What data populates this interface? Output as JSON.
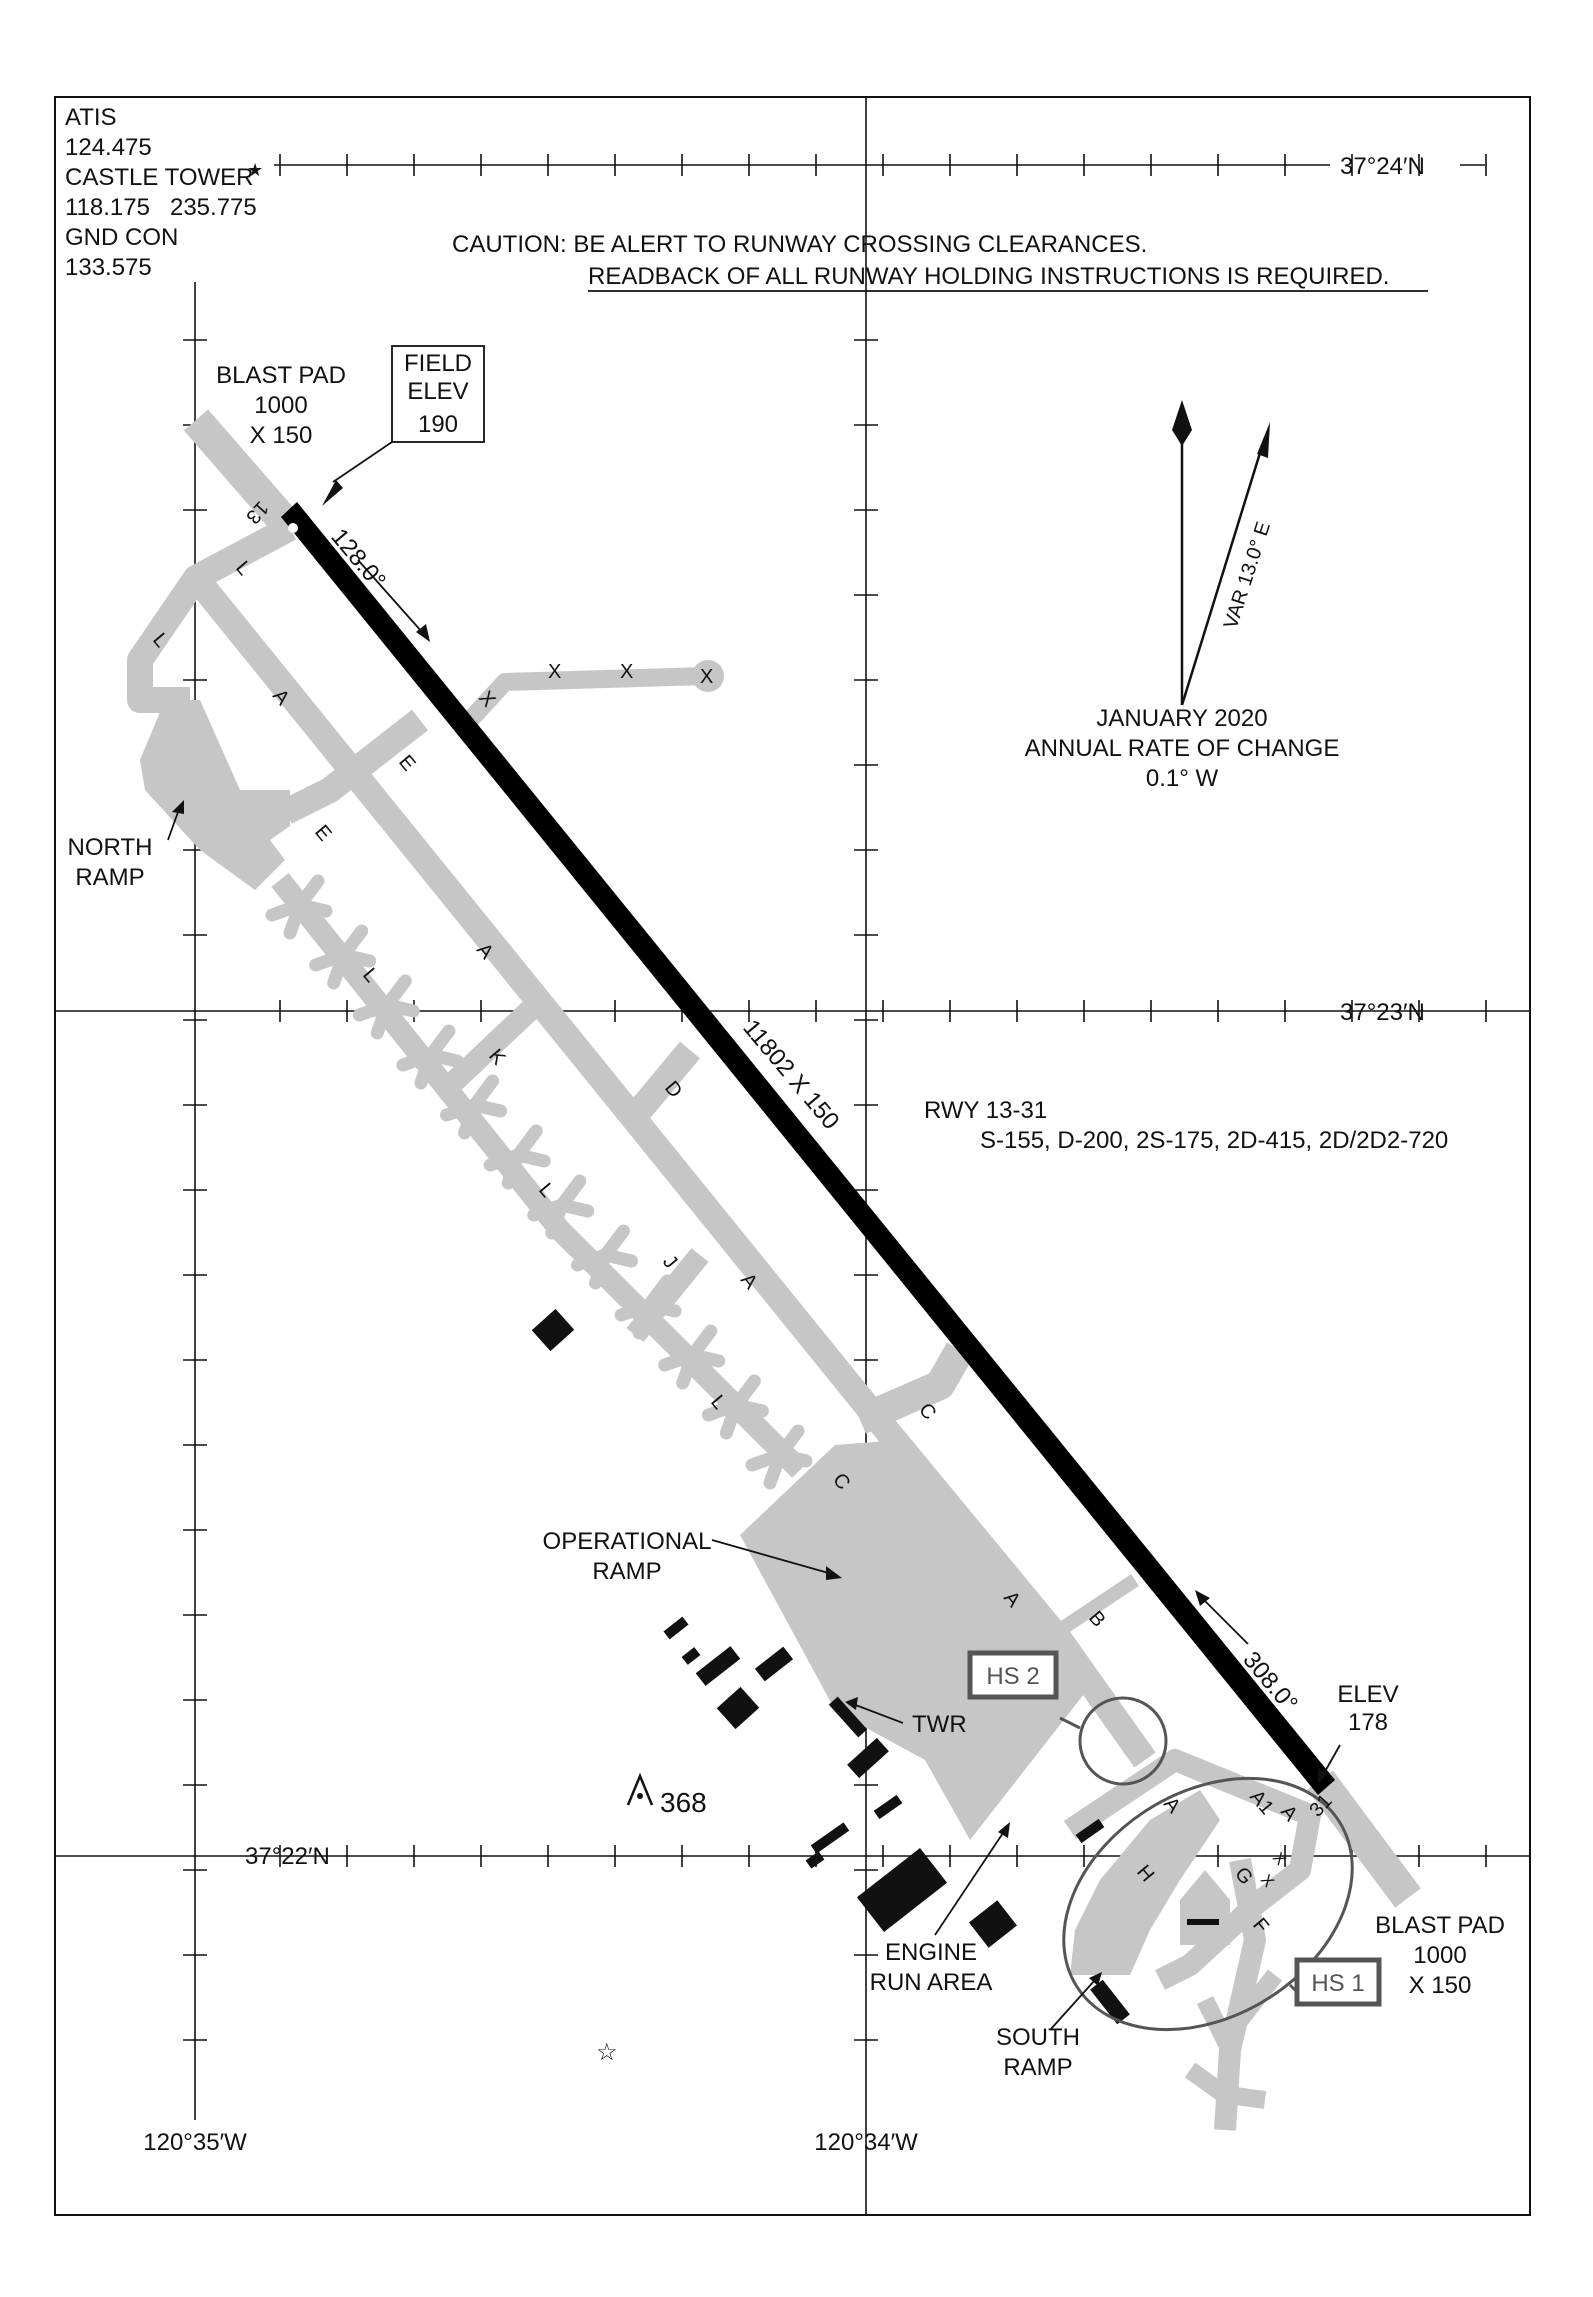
{
  "frequencies": {
    "atis_label": "ATIS",
    "atis_freq": "124.475",
    "tower_label": "CASTLE TOWER",
    "tower_freqs": "118.175   235.775",
    "ground_label": "GND CON",
    "ground_freq": "133.575"
  },
  "caution": {
    "line1": "CAUTION: BE ALERT TO RUNWAY CROSSING CLEARANCES.",
    "line2": "READBACK OF ALL RUNWAY HOLDING INSTRUCTIONS IS REQUIRED."
  },
  "field_elevation": {
    "title_line1": "FIELD",
    "title_line2": "ELEV",
    "value": "190"
  },
  "blast_pad_north": {
    "line1": "BLAST PAD",
    "line2": "1000",
    "line3": "X 150"
  },
  "blast_pad_south": {
    "line1": "BLAST PAD",
    "line2": "1000",
    "line3": "X 150"
  },
  "runway": {
    "end_north": "13",
    "end_south": "31",
    "heading_13": "128.0°",
    "heading_31": "308.0°",
    "dimensions": "11802 X 150",
    "elev_31_label": "ELEV",
    "elev_31_value": "178",
    "designation": "RWY 13-31",
    "strength": "S-155, D-200, 2S-175, 2D-415, 2D/2D2-720"
  },
  "magnetic_variation": {
    "var_text": "VAR 13.0° E",
    "date": "JANUARY 2020",
    "rate_label": "ANNUAL RATE OF CHANGE",
    "rate_value": "0.1° W"
  },
  "coordinates": {
    "lat_north": "37°24′N",
    "lat_mid": "37°23′N",
    "lat_south": "37°22′N",
    "lon_west": "120°35′W",
    "lon_east": "120°34′W"
  },
  "areas": {
    "north_ramp_1": "NORTH",
    "north_ramp_2": "RAMP",
    "operational_ramp_1": "OPERATIONAL",
    "operational_ramp_2": "RAMP",
    "tower": "TWR",
    "engine_run_1": "ENGINE",
    "engine_run_2": "RUN AREA",
    "south_ramp_1": "SOUTH",
    "south_ramp_2": "RAMP"
  },
  "hot_spots": {
    "hs1": "HS 1",
    "hs2": "HS 2"
  },
  "obstacle": {
    "height": "368"
  },
  "taxiway_labels": {
    "A": "A",
    "A1": "A1",
    "B": "B",
    "C": "C",
    "D": "D",
    "E": "E",
    "F": "F",
    "G": "G",
    "H": "H",
    "J": "J",
    "K": "K",
    "L": "L",
    "X": "X"
  },
  "colors": {
    "runway": "#000000",
    "pavement": "#c6c6c6",
    "hot_spot": "#555555",
    "ink": "#111111"
  }
}
